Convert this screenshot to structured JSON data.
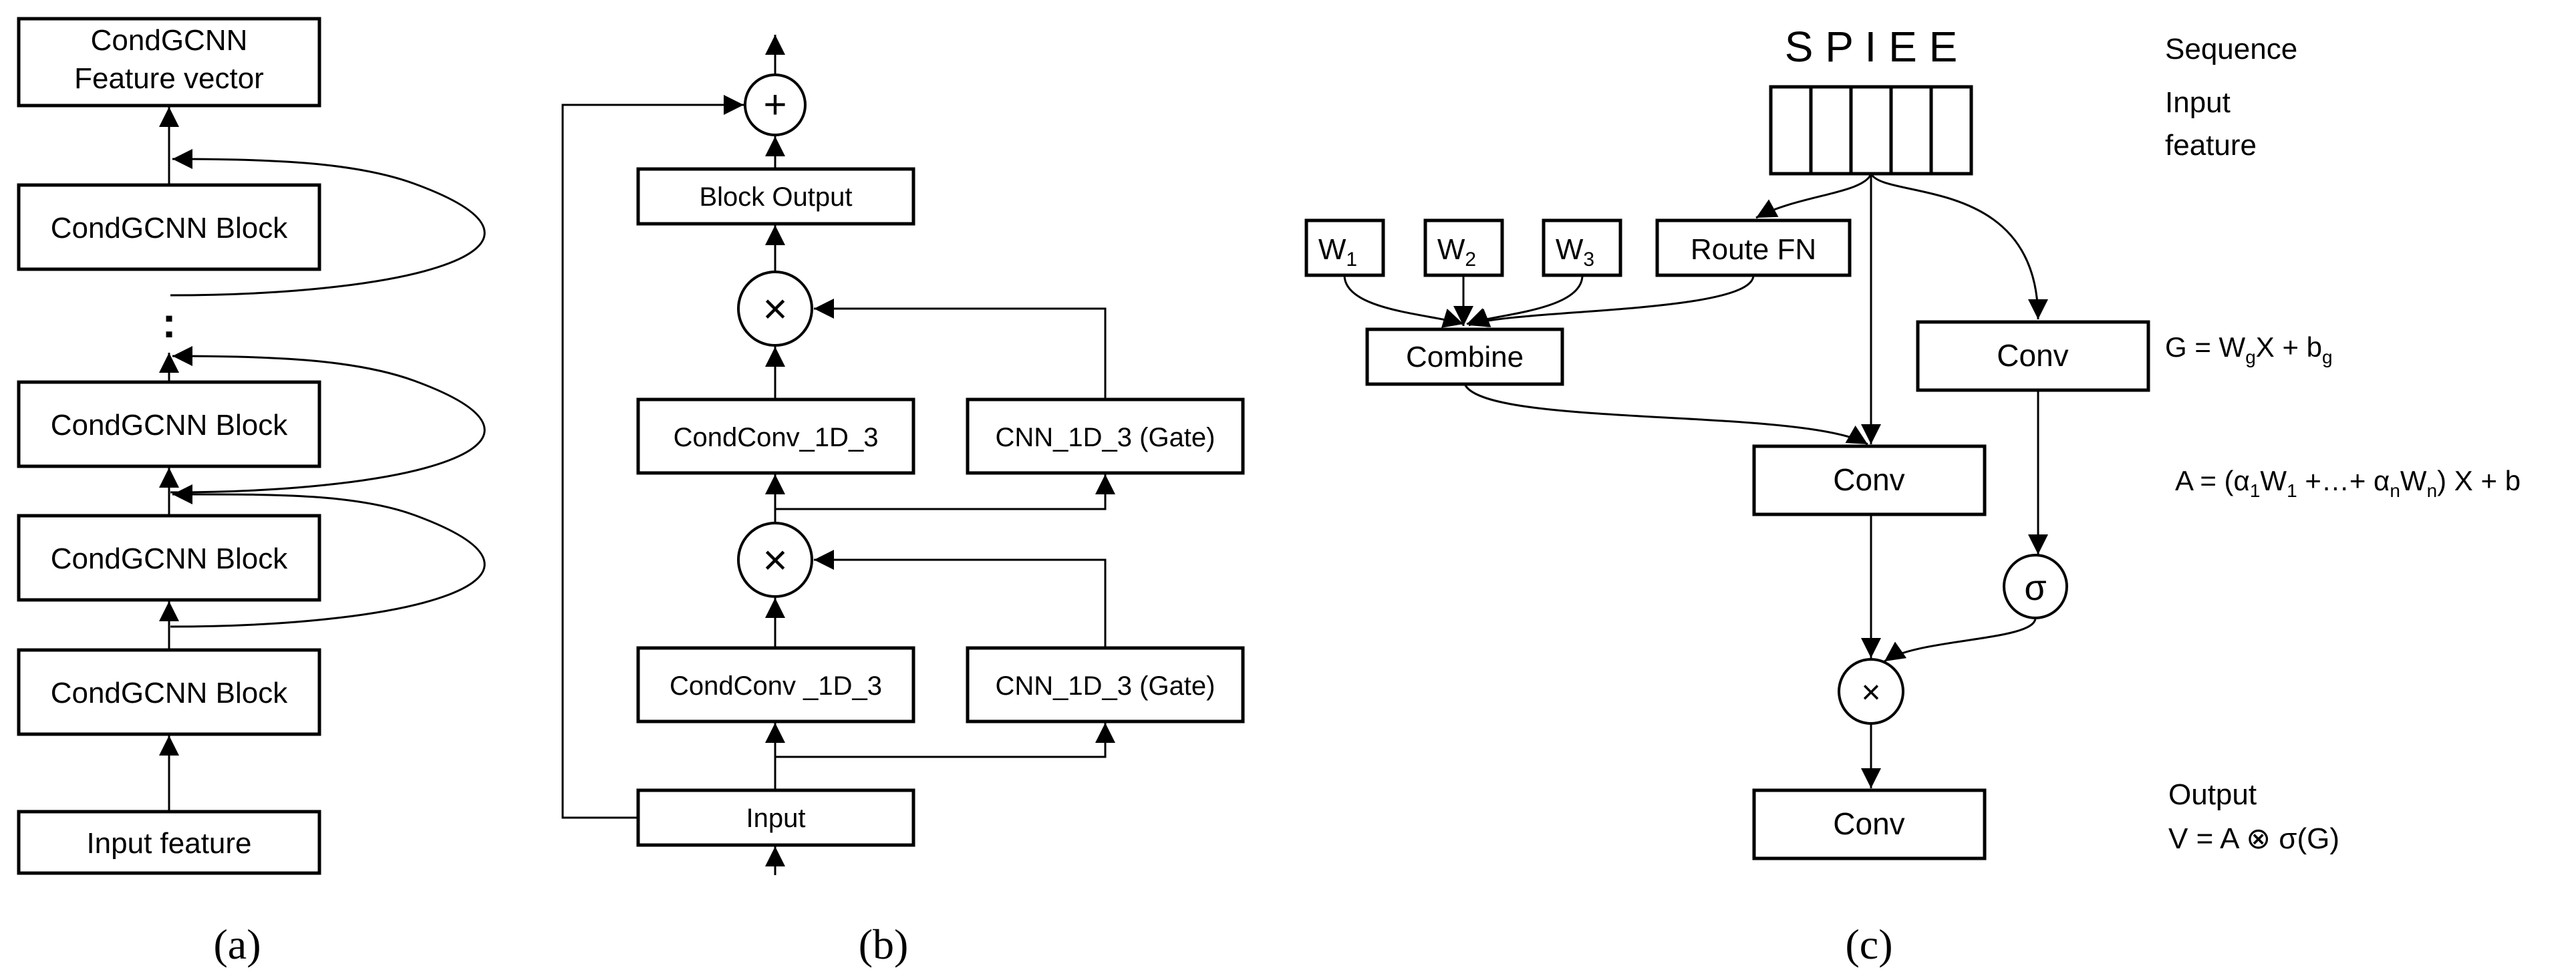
{
  "panel_a": {
    "caption": "(a)",
    "output_line1": "CondGCNN",
    "output_line2": "Feature vector",
    "block_label": "CondGCNN Block",
    "ellipsis": ":",
    "input_label": "Input feature"
  },
  "panel_b": {
    "caption": "(b)",
    "plus": "+",
    "times": "×",
    "block_output": "Block Output",
    "condconv_top": "CondConv_1D_3",
    "condconv_bottom": "CondConv _1D_3",
    "gate_label": "CNN_1D_3 (Gate)",
    "input_label": "Input"
  },
  "panel_c": {
    "caption": "(c)",
    "sequence_letters": "S P I E E",
    "sequence_label": "Sequence",
    "input_feature_line1": "Input",
    "input_feature_line2": "feature",
    "w_letter": "W",
    "w1_sub": "1",
    "w2_sub": "2",
    "w3_sub": "3",
    "route_fn": "Route FN",
    "combine": "Combine",
    "conv": "Conv",
    "sigma": "σ",
    "times": "×",
    "eq_g": {
      "a": "G = W",
      "sub1": "g",
      "b": "X + b",
      "sub2": "g"
    },
    "eq_a": {
      "a": "A = (α",
      "s1": "1",
      "b": "W",
      "s2": "1",
      "c": " +…+ α",
      "s3": "n",
      "d": "W",
      "s4": "n",
      "e": ") X + b"
    },
    "output_label": "Output",
    "eq_v": "V = A ⊗ σ(G)"
  }
}
